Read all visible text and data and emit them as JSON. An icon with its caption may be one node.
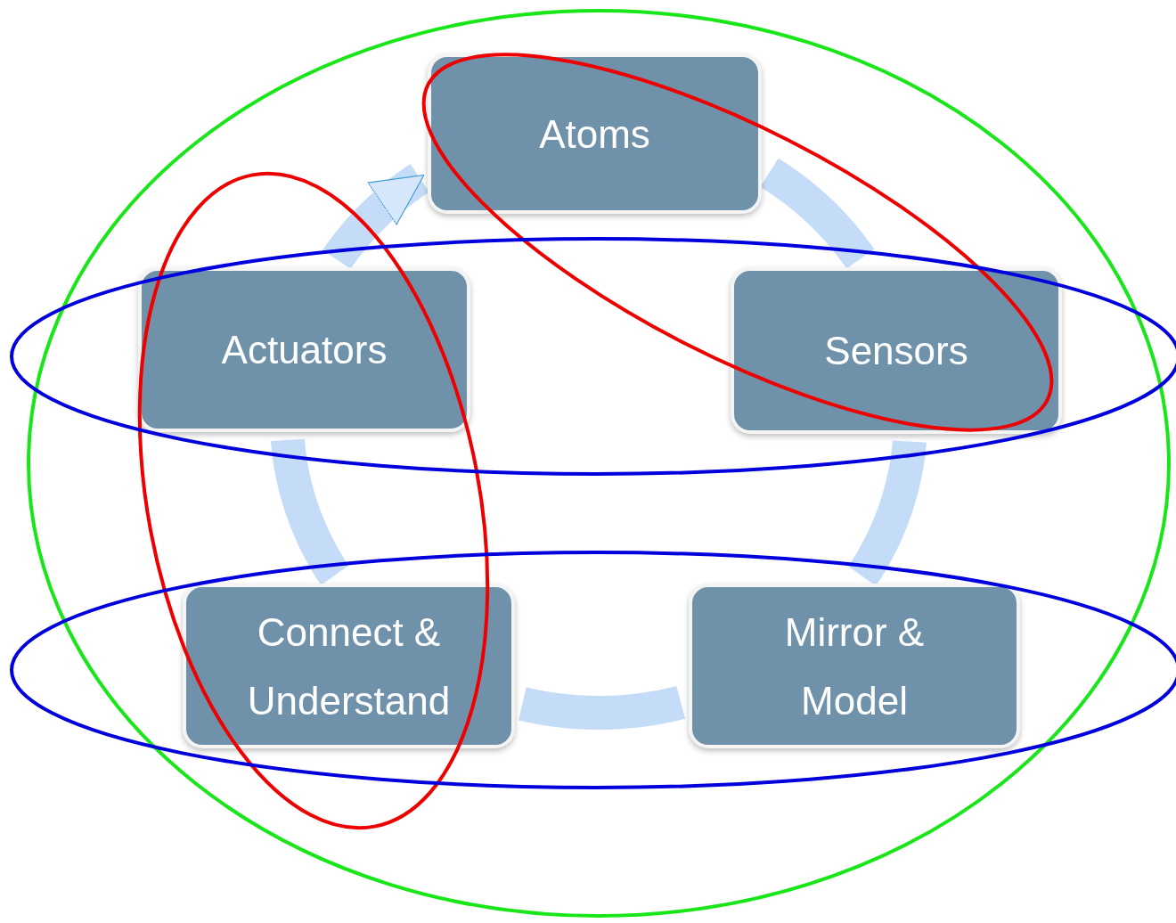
{
  "diagram": {
    "nodes": [
      {
        "text": [
          "Atoms"
        ]
      },
      {
        "text": [
          "Sensors"
        ]
      },
      {
        "text": [
          "Mirror & Model"
        ]
      },
      {
        "text": [
          "Connect & Understand"
        ]
      },
      {
        "text": [
          "Actuators"
        ]
      }
    ],
    "edges": [
      {
        "from": 0,
        "to": 1,
        "arrow": "none"
      },
      {
        "from": 1,
        "to": 2,
        "arrow": "none"
      },
      {
        "from": 2,
        "to": 3,
        "arrow": "none"
      },
      {
        "from": 3,
        "to": 4,
        "arrow": "none"
      },
      {
        "from": 4,
        "to": 0,
        "arrow": "to"
      }
    ]
  }
}
